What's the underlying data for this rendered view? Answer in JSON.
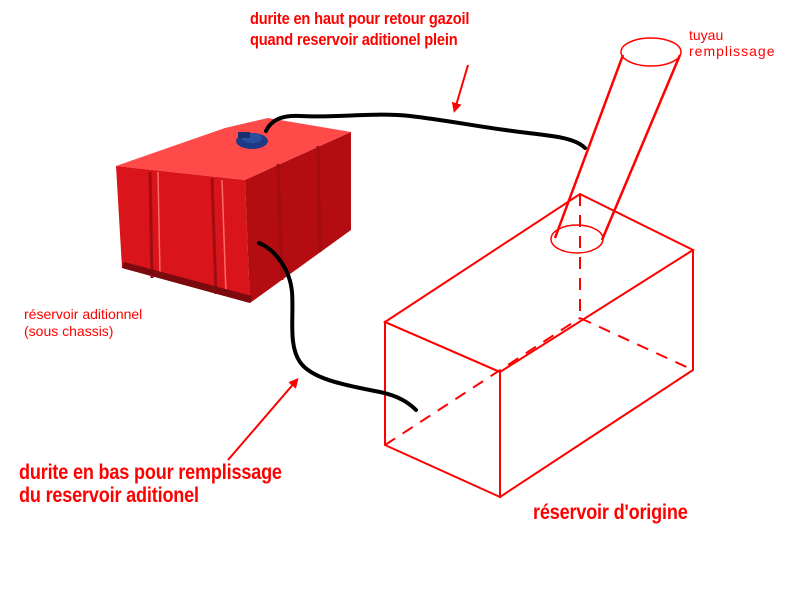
{
  "colors": {
    "label": "#ff0000",
    "outline": "#ff0000",
    "hose": "#000000",
    "tank_body": "#e0161c",
    "tank_shadow": "#a20c10",
    "tank_highlight": "#ff4a4a",
    "cap": "#2a4fa0"
  },
  "labels": {
    "top_hose_line1": "durite en haut pour retour gazoil",
    "top_hose_line2": "quand reservoir aditionel plein",
    "filler_line1": "tuyau",
    "filler_line2": "remplissage",
    "aux_tank_line1": "réservoir aditionnel",
    "aux_tank_line2": "(sous chassis)",
    "bottom_hose_line1": "durite en bas pour remplissage",
    "bottom_hose_line2": "du reservoir aditionel",
    "main_tank": "réservoir d'origine"
  },
  "icons": {
    "aux_tank": "red-jerrycan-tank-icon",
    "main_tank": "wireframe-box-tank",
    "filler_pipe": "cylinder-pipe"
  }
}
